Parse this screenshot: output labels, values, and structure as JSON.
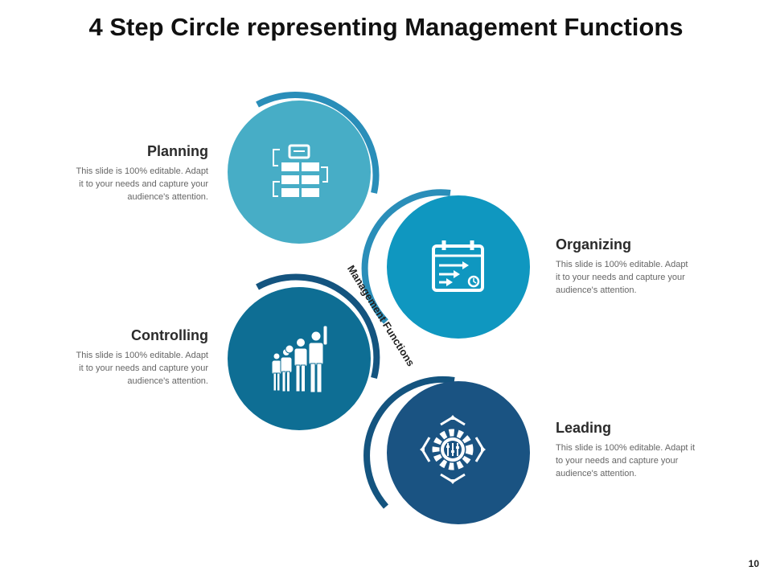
{
  "slide": {
    "title": "4 Step Circle representing Management Functions",
    "page_number": "10"
  },
  "center_label": "Management Functions",
  "colors": {
    "planning": "#47ADC6",
    "organizing": "#0F97C0",
    "controlling": "#0E6E94",
    "leading": "#1A5382",
    "arc_light": "#2A8EB9",
    "arc_dark": "#14547F"
  },
  "steps": [
    {
      "key": "planning",
      "title": "Planning",
      "icon": "task-grid-icon",
      "desc_lines": [
        "This slide is 100% editable. Adapt",
        "it to your needs and capture your",
        "audience's attention."
      ]
    },
    {
      "key": "organizing",
      "title": "Organizing",
      "icon": "calendar-schedule-icon",
      "desc_lines": [
        "This slide is 100% editable. Adapt",
        "it to your needs and capture your",
        "audience's attention."
      ]
    },
    {
      "key": "controlling",
      "title": "Controlling",
      "icon": "team-growth-icon",
      "desc_lines": [
        "This slide is 100% editable. Adapt",
        "it to your needs and capture your",
        "audience's attention."
      ]
    },
    {
      "key": "leading",
      "title": "Leading",
      "icon": "gear-arrows-icon",
      "desc_lines": [
        "This slide is 100% editable. Adapt it",
        "to your needs and capture your",
        "audience's attention."
      ]
    }
  ]
}
